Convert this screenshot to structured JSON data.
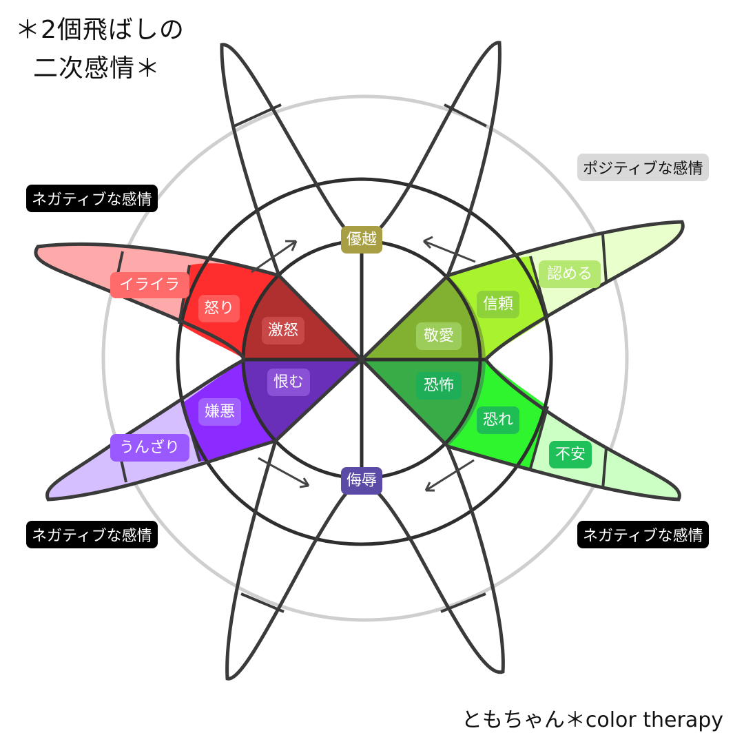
{
  "title": {
    "line1": "＊2個飛ばしの",
    "line2": "二次感情＊"
  },
  "tags": {
    "negative_top_left": "ネガティブな感情",
    "positive_top_right": "ポジティブな感情",
    "negative_bottom_left": "ネガティブな感情",
    "negative_bottom_right": "ネガティブな感情"
  },
  "credit": "ともちゃん＊color therapy",
  "labels": {
    "yuetsu": "優越",
    "bujoku": "侮辱",
    "gekido": "激怒",
    "ikari": "怒り",
    "iraira": "イライラ",
    "uramu": "恨む",
    "keno": "嫌悪",
    "unzari": "うんざり",
    "keiai": "敬愛",
    "shinrai": "信頼",
    "mitomeru": "認める",
    "kyofu": "恐怖",
    "osore": "恐れ",
    "fuan": "不安"
  },
  "colors": {
    "yuetsu": "#a89e44",
    "bujoku": "#5b4ba6",
    "red_inner": "#b03030",
    "red_mid": "#ff2e2e",
    "red_outer": "#ffaaaa",
    "purple_inner": "#6a2fb8",
    "purple_mid": "#8c2bff",
    "purple_outer": "#d6bfff",
    "lime_inner": "#82b030",
    "lime_mid": "#a8f22e",
    "lime_outer": "#e9ffcc",
    "green_inner": "#38ad47",
    "green_mid": "#2ff52f",
    "green_outer": "#ccffc4"
  }
}
